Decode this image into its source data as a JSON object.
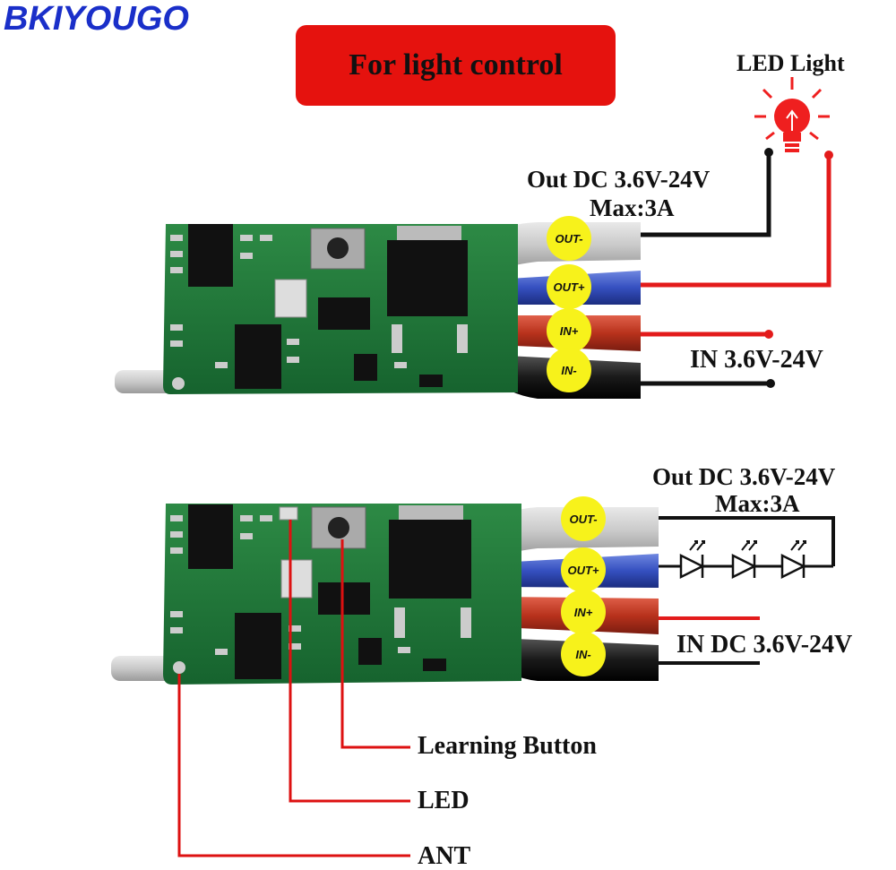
{
  "brand": "BKIYOUGO",
  "banner": "For light control",
  "top_diagram": {
    "lamp_label": "LED Light",
    "out_label_line1": "Out DC 3.6V-24V",
    "out_label_line2": "Max:3A",
    "in_label": "IN 3.6V-24V",
    "pins": [
      "OUT-",
      "OUT+",
      "IN+",
      "IN-"
    ]
  },
  "bottom_diagram": {
    "out_label_line1": "Out DC 3.6V-24V",
    "out_label_line2": "Max:3A",
    "in_label": "IN DC 3.6V-24V",
    "pins": [
      "OUT-",
      "OUT+",
      "IN+",
      "IN-"
    ],
    "callouts": [
      "Learning Button",
      "LED",
      "ANT"
    ]
  },
  "colors": {
    "brand": "#1a2fc9",
    "banner": "#e5120e",
    "pin_marker": "#f7f21b",
    "board": "#1f7a3a",
    "wire_red": "#e31b1b",
    "wire_black": "#111111"
  }
}
